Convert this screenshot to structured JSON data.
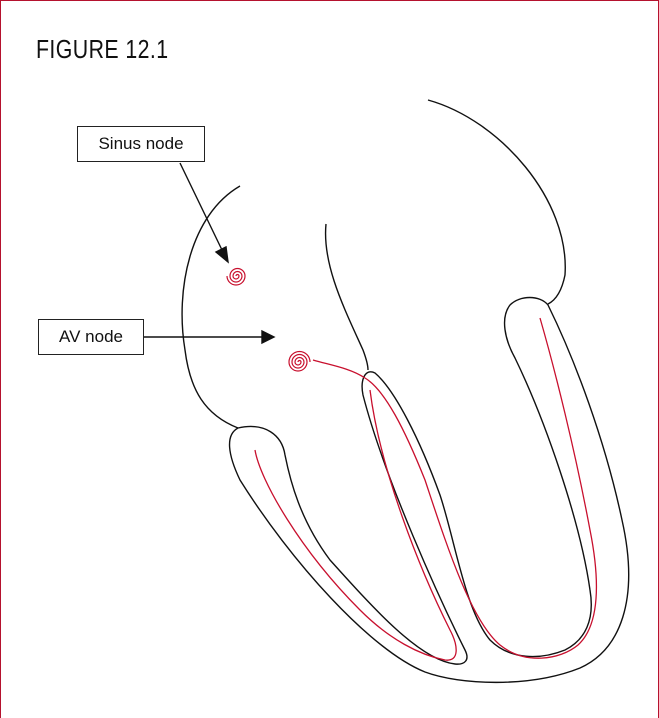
{
  "figure": {
    "title": "FIGURE 12.1"
  },
  "labels": {
    "sinus_node": "Sinus node",
    "av_node": "AV node"
  },
  "colors": {
    "border": "#b5122e",
    "conduction": "#c8102e",
    "outline": "#111111"
  }
}
